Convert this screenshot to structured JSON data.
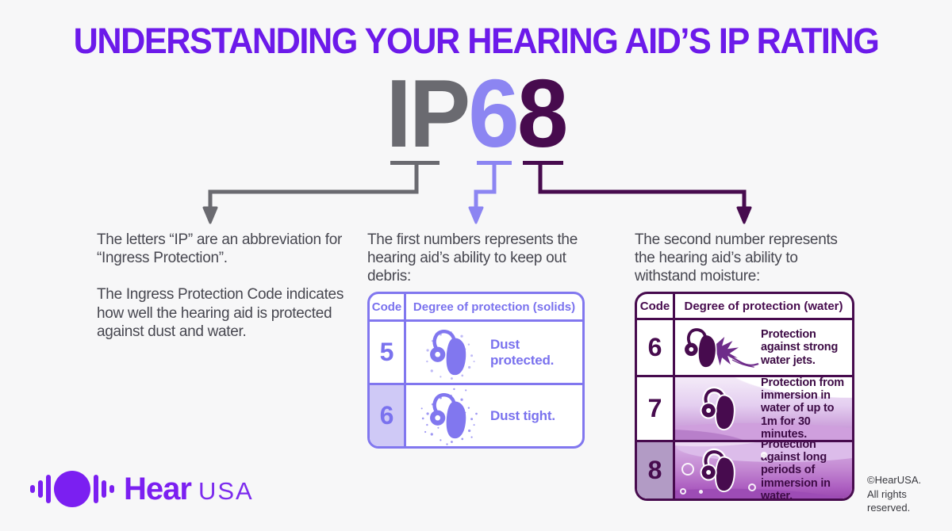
{
  "title": "UNDERSTANDING YOUR HEARING AID’S IP RATING",
  "ip_code": {
    "prefix": "IP",
    "first_digit": "6",
    "second_digit": "8"
  },
  "intro": {
    "ip_paragraph_1": "The letters “IP” are an abbreviation for “Ingress Protection”.",
    "ip_paragraph_2": "The Ingress Protection Code indicates how well the hearing aid is protected against dust and water.",
    "solids_paragraph": "The first numbers represents the hearing aid’s ability to keep out debris:",
    "water_paragraph": "The second number represents the hearing aid’s ability to withstand moisture:"
  },
  "solids_table": {
    "headers": [
      "Code",
      "Degree of protection (solids)"
    ],
    "rows": [
      {
        "code": "5",
        "label": "Dust protected.",
        "icon": "hearing-aid-dust-icon",
        "highlighted": false
      },
      {
        "code": "6",
        "label": "Dust tight.",
        "icon": "hearing-aid-dust-tight-icon",
        "highlighted": true
      }
    ]
  },
  "water_table": {
    "headers": [
      "Code",
      "Degree of protection (water)"
    ],
    "rows": [
      {
        "code": "6",
        "label": "Protection against strong water jets.",
        "icon": "hearing-aid-water-jet-icon",
        "highlighted": false
      },
      {
        "code": "7",
        "label": "Protection from immersion in water of up to 1m for 30 minutes.",
        "icon": "hearing-aid-immersion-icon",
        "highlighted": false
      },
      {
        "code": "8",
        "label": "Protection against long periods of immersion in water.",
        "icon": "hearing-aid-deep-immersion-icon",
        "highlighted": true
      }
    ]
  },
  "footer": {
    "brand_name_bold": "Hear",
    "brand_name_light": "USA",
    "copyright_line_1": "©HearUSA.",
    "copyright_line_2": "All rights reserved."
  },
  "colors": {
    "background": "#F7F7F8",
    "title_purple": "#6C1AEA",
    "ip_gray": "#6A6A70",
    "digit_six_purple": "#8C85F2",
    "digit_eight_purple": "#470B4E",
    "body_text": "#474750",
    "solids_accent": "#8177EF",
    "solids_highlight_bg": "#CFC9F6",
    "water_accent": "#470B4E",
    "water_highlight_bg": "#B29BC5",
    "brand_purple": "#7B1FF1"
  }
}
